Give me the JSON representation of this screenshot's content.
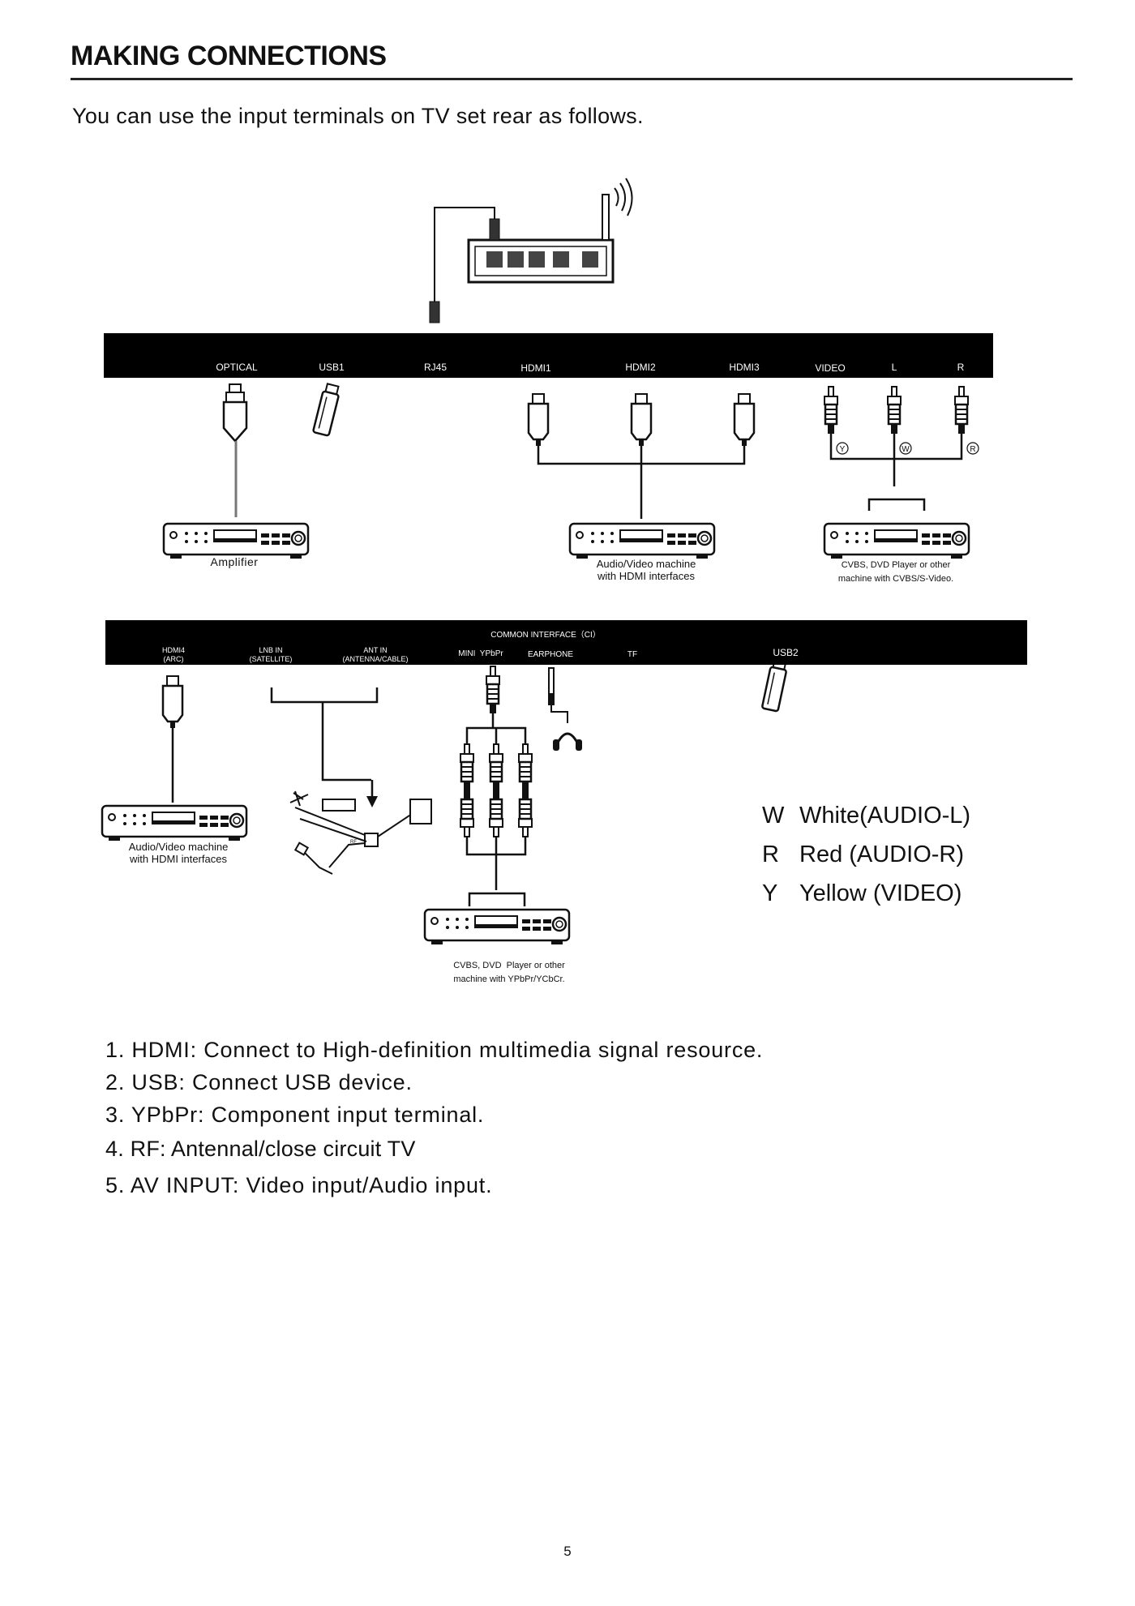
{
  "title": "MAKING CONNECTIONS",
  "intro": "You can use the input terminals on TV set rear as follows.",
  "panel_top": {
    "ports": [
      "OPTICAL",
      "USB1",
      "RJ45",
      "HDMI1",
      "HDMI2",
      "HDMI3",
      "VIDEO",
      "L",
      "R"
    ]
  },
  "panel_bottom": {
    "ports": [
      "HDMI4\n(ARC)",
      "LNB IN\n(SATELLITE)",
      "ANT IN\n(ANTENNA/CABLE)",
      "MINI  YPbPr",
      "EARPHONE",
      "TF",
      "USB2"
    ],
    "ci": "COMMON   INTERFACE（CI）"
  },
  "captions": {
    "amplifier": "Amplifier",
    "av_hdmi_top": "Audio/Video machine\nwith HDMI interfaces",
    "cvbs_top": "CVBS, DVD Player or other\nmachine with CVBS/S-Video.",
    "av_hdmi_bottom": "Audio/Video machine\nwith HDMI interfaces",
    "cvbs_bottom": "CVBS, DVD  Player or other\nmachine with YPbPr/YCbCr."
  },
  "plug_marks": [
    "Y",
    "W",
    "R"
  ],
  "rf_mark": "RF",
  "legend": [
    {
      "key": "W",
      "text": "White(AUDIO-L)"
    },
    {
      "key": "R",
      "text": "Red (AUDIO-R)"
    },
    {
      "key": "Y",
      "text": "Yellow (VIDEO)"
    }
  ],
  "list": [
    "1.  HDMI: Connect to High-definition multimedia signal resource.",
    "2.  USB: Connect USB device.",
    "3.  YPbPr: Component input terminal.",
    "4.  RF: Antennal/close circuit TV",
    "5.  AV INPUT: Video input/Audio input."
  ],
  "page_number": "5"
}
